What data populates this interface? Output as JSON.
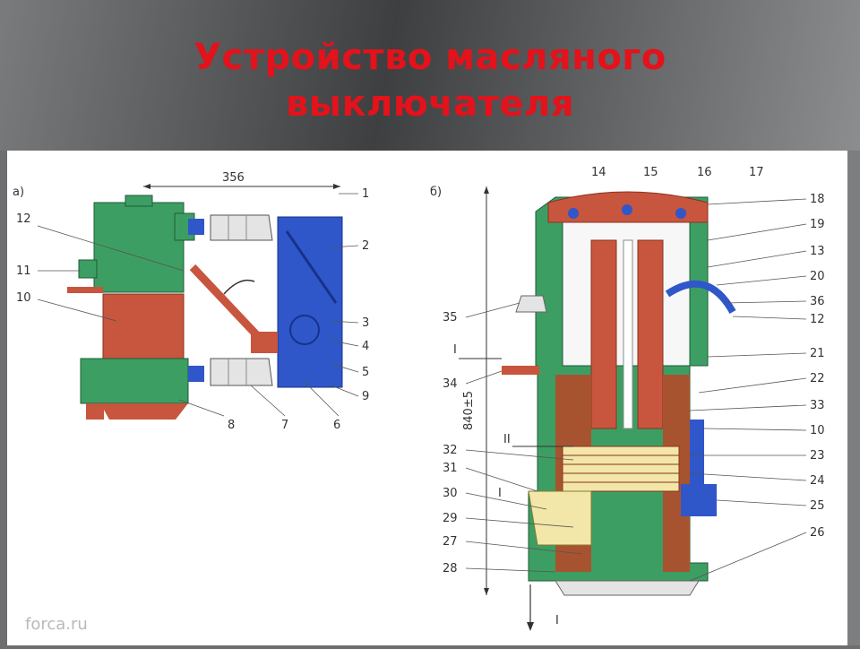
{
  "slide": {
    "title_line1": "Устройство масляного",
    "title_line2": "выключателя",
    "watermark": "forca.ru"
  },
  "figure_a": {
    "label": "а)",
    "dimension": "356",
    "callouts": [
      "1",
      "2",
      "3",
      "4",
      "5",
      "9",
      "6",
      "7",
      "8",
      "10",
      "11",
      "12"
    ]
  },
  "figure_b": {
    "label": "б)",
    "dimension": "840±5",
    "section_marks": [
      "I",
      "II",
      "I",
      "I"
    ],
    "top_callouts": [
      "14",
      "15",
      "16",
      "17"
    ],
    "right_callouts": [
      "18",
      "19",
      "13",
      "20",
      "36",
      "12",
      "21",
      "22",
      "33",
      "10",
      "23",
      "24",
      "25",
      "26"
    ],
    "left_callouts": [
      "35",
      "34",
      "32",
      "31",
      "30",
      "29",
      "27",
      "28"
    ]
  },
  "colors": {
    "title": "#e3121b",
    "housing_green": "#3d9e63",
    "contact_red": "#c8553d",
    "mechanism_blue": "#2f57c9",
    "oil_yellow": "#f2e6a8"
  }
}
